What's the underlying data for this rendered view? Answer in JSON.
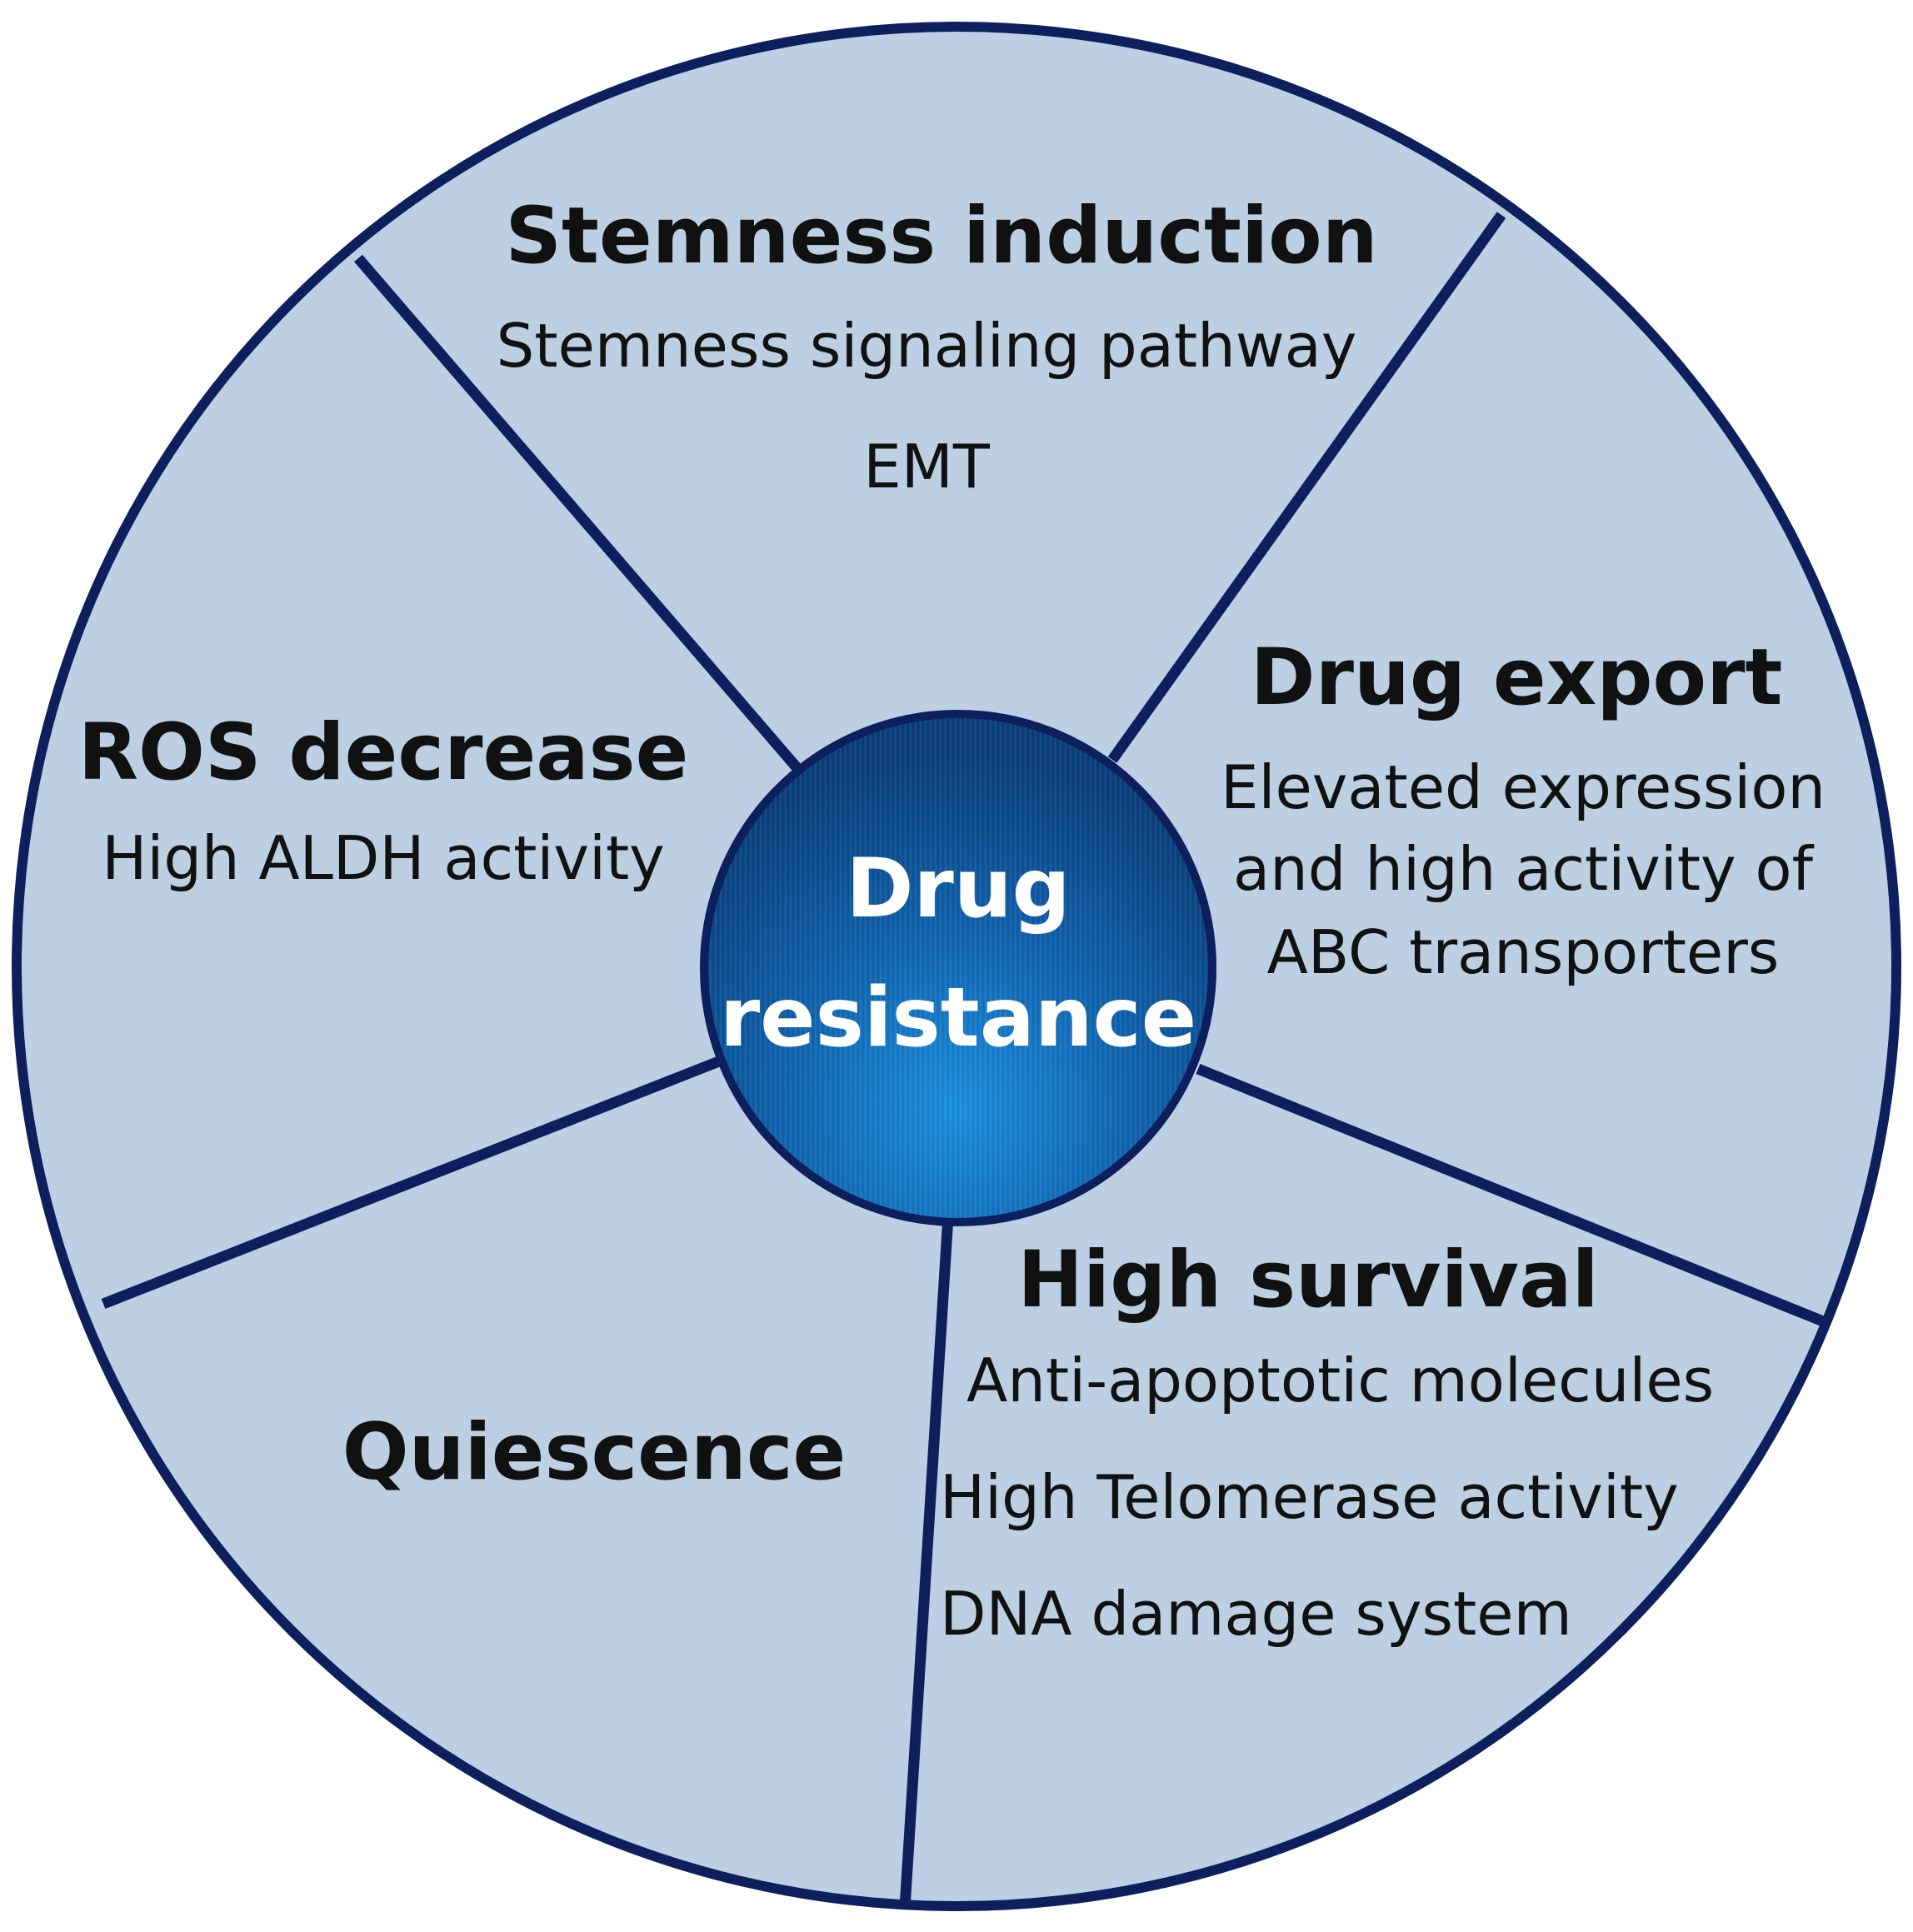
{
  "center": {
    "line1": "Drug",
    "line2": "resistance"
  },
  "segments": {
    "stemness": {
      "title": "Stemness induction",
      "lines": [
        "Stemness signaling pathway",
        "EMT"
      ]
    },
    "drug_export": {
      "title": "Drug export",
      "lines": [
        "Elevated expression",
        "and high activity of",
        "ABC transporters"
      ]
    },
    "high_survival": {
      "title": "High survival",
      "lines": [
        "Anti-apoptotic molecules",
        "High Telomerase activity",
        "DNA damage system"
      ]
    },
    "quiescence": {
      "title": "Quiescence",
      "lines": []
    },
    "ros_decrease": {
      "title": "ROS decrease",
      "lines": [
        "High ALDH activity"
      ]
    }
  },
  "colors": {
    "segment_fill": "#bccfe3",
    "outline": "#0d1f5c",
    "hub_dark": "#0a3f7a",
    "hub_light": "#1b8fe0",
    "text": "#111111",
    "hub_text": "#ffffff"
  }
}
